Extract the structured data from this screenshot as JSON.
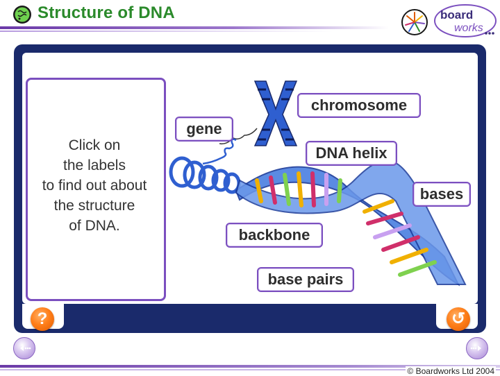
{
  "header": {
    "title": "Structure of DNA",
    "logo_line1": "board",
    "logo_line2": "works"
  },
  "instructions": {
    "text_lines": [
      "Click on",
      "the labels",
      "to find out about",
      "the structure",
      "of DNA."
    ]
  },
  "labels": {
    "chromosome": "chromosome",
    "gene": "gene",
    "dna_helix": "DNA helix",
    "bases": "bases",
    "backbone": "backbone",
    "base_pairs": "base pairs"
  },
  "buttons": {
    "help_symbol": "?",
    "back_symbol": "↺"
  },
  "icons": {
    "title_icon": "dna-cell-icon",
    "brand_icon": "starburst-icon",
    "help_icon": "question-icon",
    "back_icon": "return-arrow-icon",
    "prev_icon": "previous-slide-icon",
    "next_icon": "next-slide-icon"
  },
  "colors": {
    "title": "#2b8a2b",
    "frame": "#1a2a6b",
    "label_border": "#7b4fbf",
    "button_orange": "#ff7f1a",
    "dna_blue": "#2f5fd0"
  },
  "footer": {
    "copyright": "© Boardworks Ltd 2004"
  }
}
